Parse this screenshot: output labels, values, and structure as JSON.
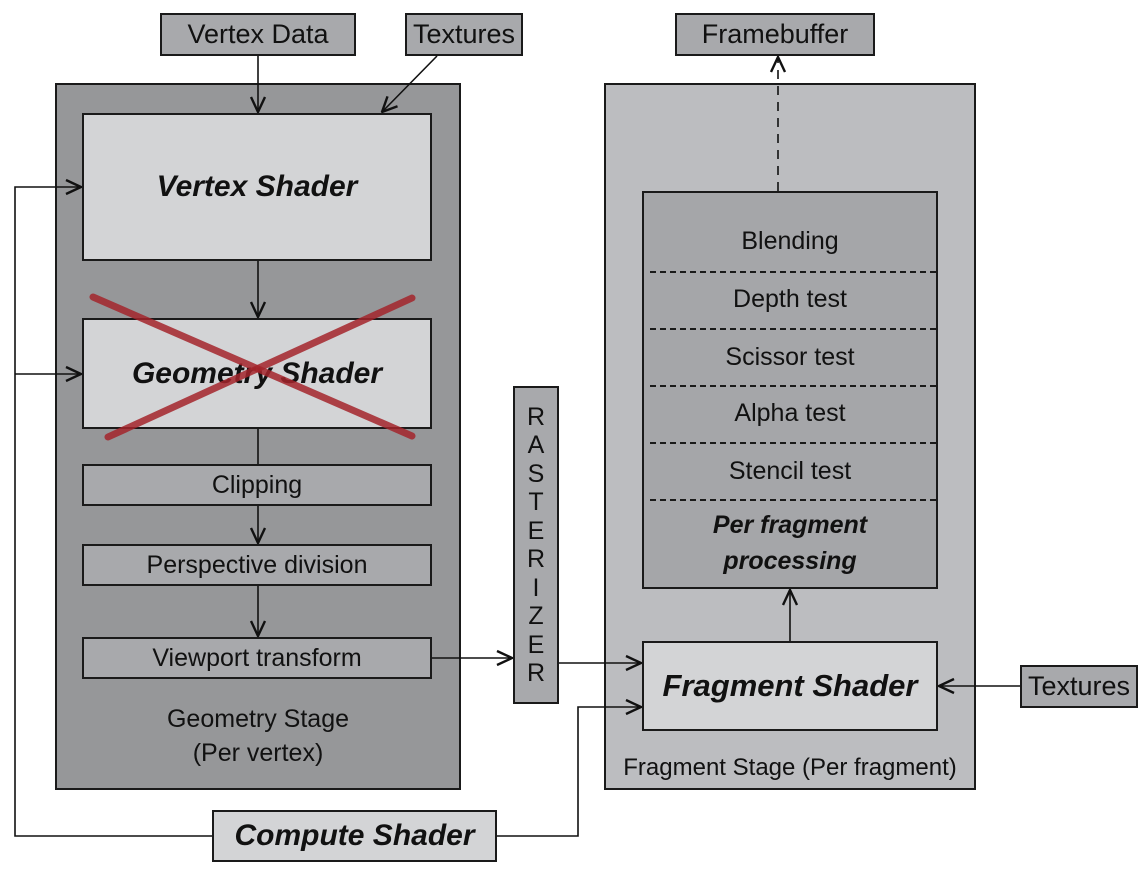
{
  "inputs": {
    "vertex_data": "Vertex Data",
    "textures_top": "Textures",
    "textures_right": "Textures",
    "framebuffer": "Framebuffer"
  },
  "geometry_stage": {
    "vertex_shader": "Vertex Shader",
    "geometry_shader": "Geometry Shader",
    "geometry_shader_status": "crossed-out",
    "steps": [
      "Clipping",
      "Perspective division",
      "Viewport transform"
    ],
    "label_line1": "Geometry Stage",
    "label_line2": "(Per vertex)"
  },
  "rasterizer": {
    "letters": [
      "R",
      "A",
      "S",
      "T",
      "E",
      "R",
      "I",
      "Z",
      "E",
      "R"
    ]
  },
  "fragment_stage": {
    "operations": [
      "Blending",
      "Depth test",
      "Scissor test",
      "Alpha test",
      "Stencil test"
    ],
    "per_fragment_line1": "Per fragment",
    "per_fragment_line2": "processing",
    "fragment_shader": "Fragment Shader",
    "label": "Fragment Stage (Per fragment)"
  },
  "compute_shader": "Compute Shader",
  "colors": {
    "geometry_stage_bg": "#969799",
    "fragment_stage_bg": "#bcbdc0",
    "shader_bg": "#d3d4d6",
    "box_bg": "#a8a9ac",
    "cross": "#a3242b"
  }
}
